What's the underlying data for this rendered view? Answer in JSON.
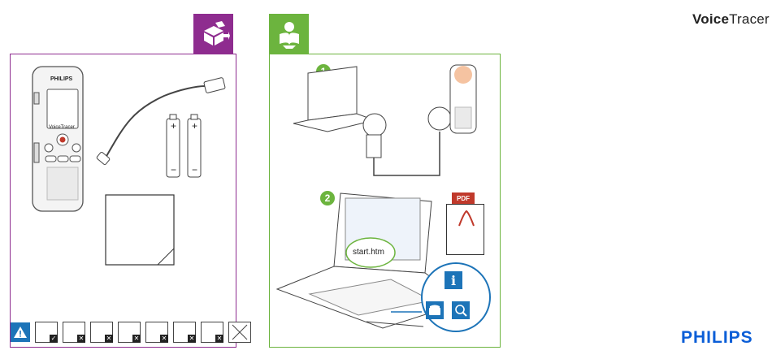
{
  "header": {
    "brand_bold": "Voice",
    "brand_rest": "Tracer"
  },
  "footer": {
    "logo": "PHILIPS"
  },
  "tabs": {
    "box_icon": "box-contents-icon",
    "guide_icon": "reader-guide-icon"
  },
  "box_contents": {
    "recorder_brand": "PHILIPS",
    "recorder_label": "VoiceTracer",
    "battery_plus": "+",
    "battery_minus": "−"
  },
  "steps": [
    {
      "number": "1"
    },
    {
      "number": "2"
    }
  ],
  "pdf": {
    "label": "PDF"
  },
  "start_file": "start.htm",
  "info": {
    "info_glyph": "i"
  },
  "colors": {
    "purple": "#8e2c8f",
    "green": "#6cb43e",
    "blue": "#1d74b8",
    "philips_blue": "#0b5ed7"
  }
}
